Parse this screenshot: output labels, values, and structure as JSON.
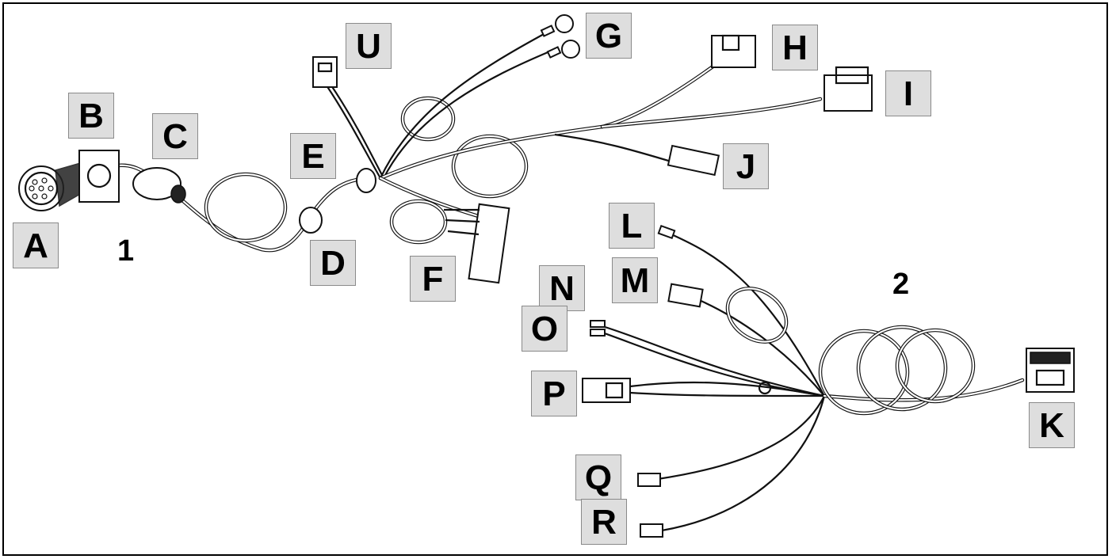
{
  "harnesses": [
    {
      "number": "1"
    },
    {
      "number": "2"
    }
  ],
  "callouts": {
    "A": "A",
    "B": "B",
    "C": "C",
    "D": "D",
    "E": "E",
    "F": "F",
    "G": "G",
    "H": "H",
    "I": "I",
    "J": "J",
    "K": "K",
    "L": "L",
    "M": "M",
    "N": "N",
    "O": "O",
    "P": "P",
    "Q": "Q",
    "R": "R",
    "U": "U"
  }
}
